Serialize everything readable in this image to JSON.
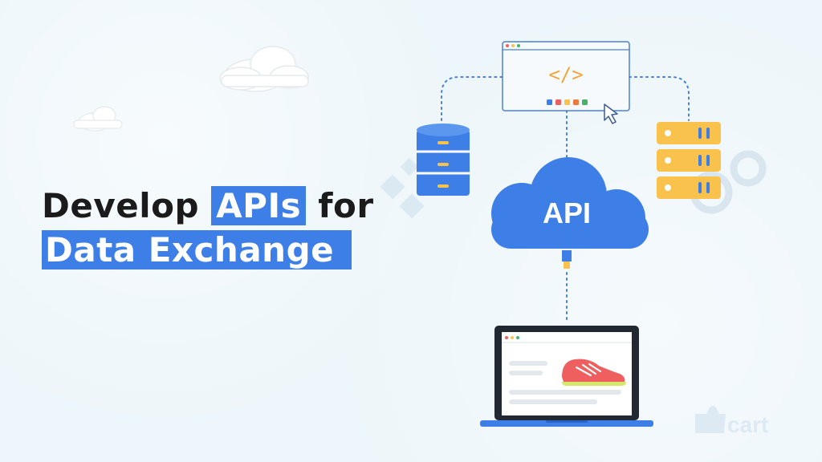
{
  "headline": {
    "line1_part1": "Develop ",
    "line1_highlight": "APIs",
    "line1_part2": " for",
    "line2": "Data Exchange"
  },
  "cloud_label": "API",
  "browser_code_glyph": "</>",
  "brand_logo_text": "cart",
  "colors": {
    "accent_blue": "#3d7fe6",
    "server_orange": "#f9c24d",
    "code_orange": "#f4a53a",
    "shoe_red": "#ef5f5f",
    "background": "#edf6fa"
  },
  "icons": [
    "database-icon",
    "server-stack-icon",
    "cloud-icon",
    "browser-window-icon",
    "cursor-icon",
    "laptop-icon",
    "gear-icon",
    "shoe-image",
    "cart-logo"
  ]
}
